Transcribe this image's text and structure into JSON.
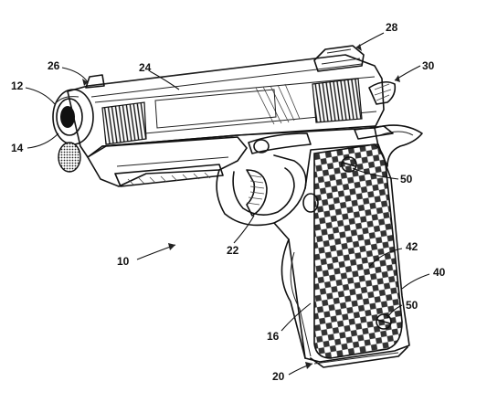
{
  "figure": {
    "labels": {
      "l10": "10",
      "l12": "12",
      "l14": "14",
      "l16": "16",
      "l20": "20",
      "l22": "22",
      "l24": "24",
      "l26": "26",
      "l28": "28",
      "l30": "30",
      "l40": "40",
      "l42": "42",
      "l50a": "50",
      "l50b": "50"
    }
  }
}
